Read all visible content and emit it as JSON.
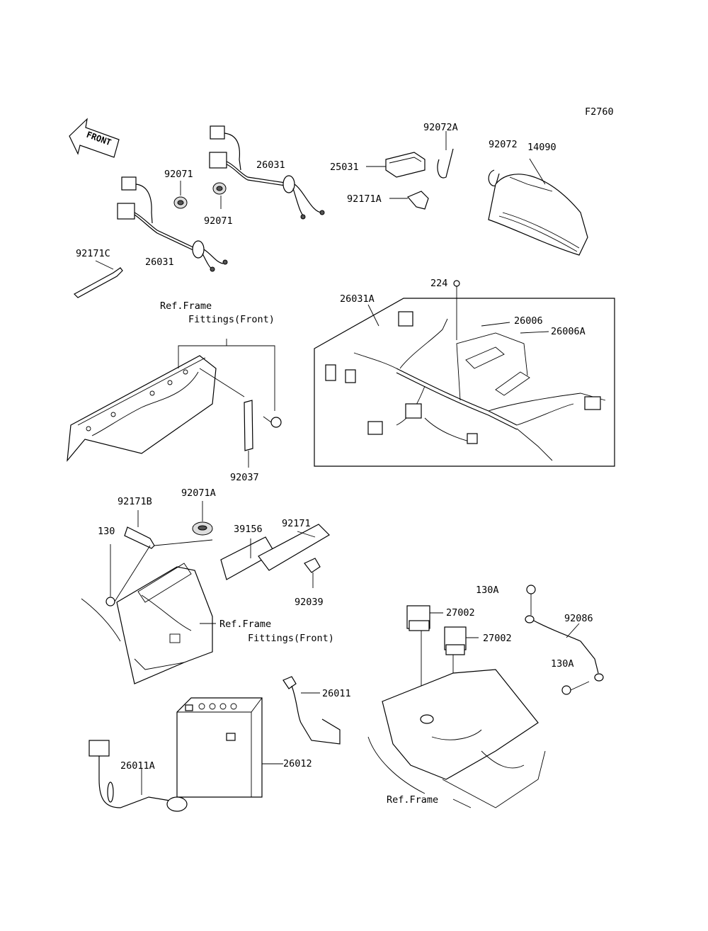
{
  "figure_code": "F2760",
  "front_arrow_label": "FRONT",
  "labels": {
    "p92072A": "92072A",
    "p92072": "92072",
    "p25031": "25031",
    "p14090": "14090",
    "p92171A": "92171A",
    "p26031_top": "26031",
    "p92071_a": "92071",
    "p92071_b": "92071",
    "p26031_left": "26031",
    "p92171C": "92171C",
    "p224": "224",
    "p26031A": "26031A",
    "p26006": "26006",
    "p26006A": "26006A",
    "ref_frame_1": "Ref.Frame",
    "fittings_front_1": "Fittings(Front)",
    "p92037": "92037",
    "p92171B": "92171B",
    "p92071A": "92071A",
    "p130": "130",
    "p39156": "39156",
    "p92171": "92171",
    "p92039": "92039",
    "ref_frame_2": "Ref.Frame",
    "fittings_front_2": "Fittings(Front)",
    "p130A_top": "130A",
    "p27002_a": "27002",
    "p27002_b": "27002",
    "p92086": "92086",
    "p130A_bottom": "130A",
    "p26011": "26011",
    "p26012": "26012",
    "p26011A": "26011A",
    "ref_frame_3": "Ref.Frame"
  }
}
